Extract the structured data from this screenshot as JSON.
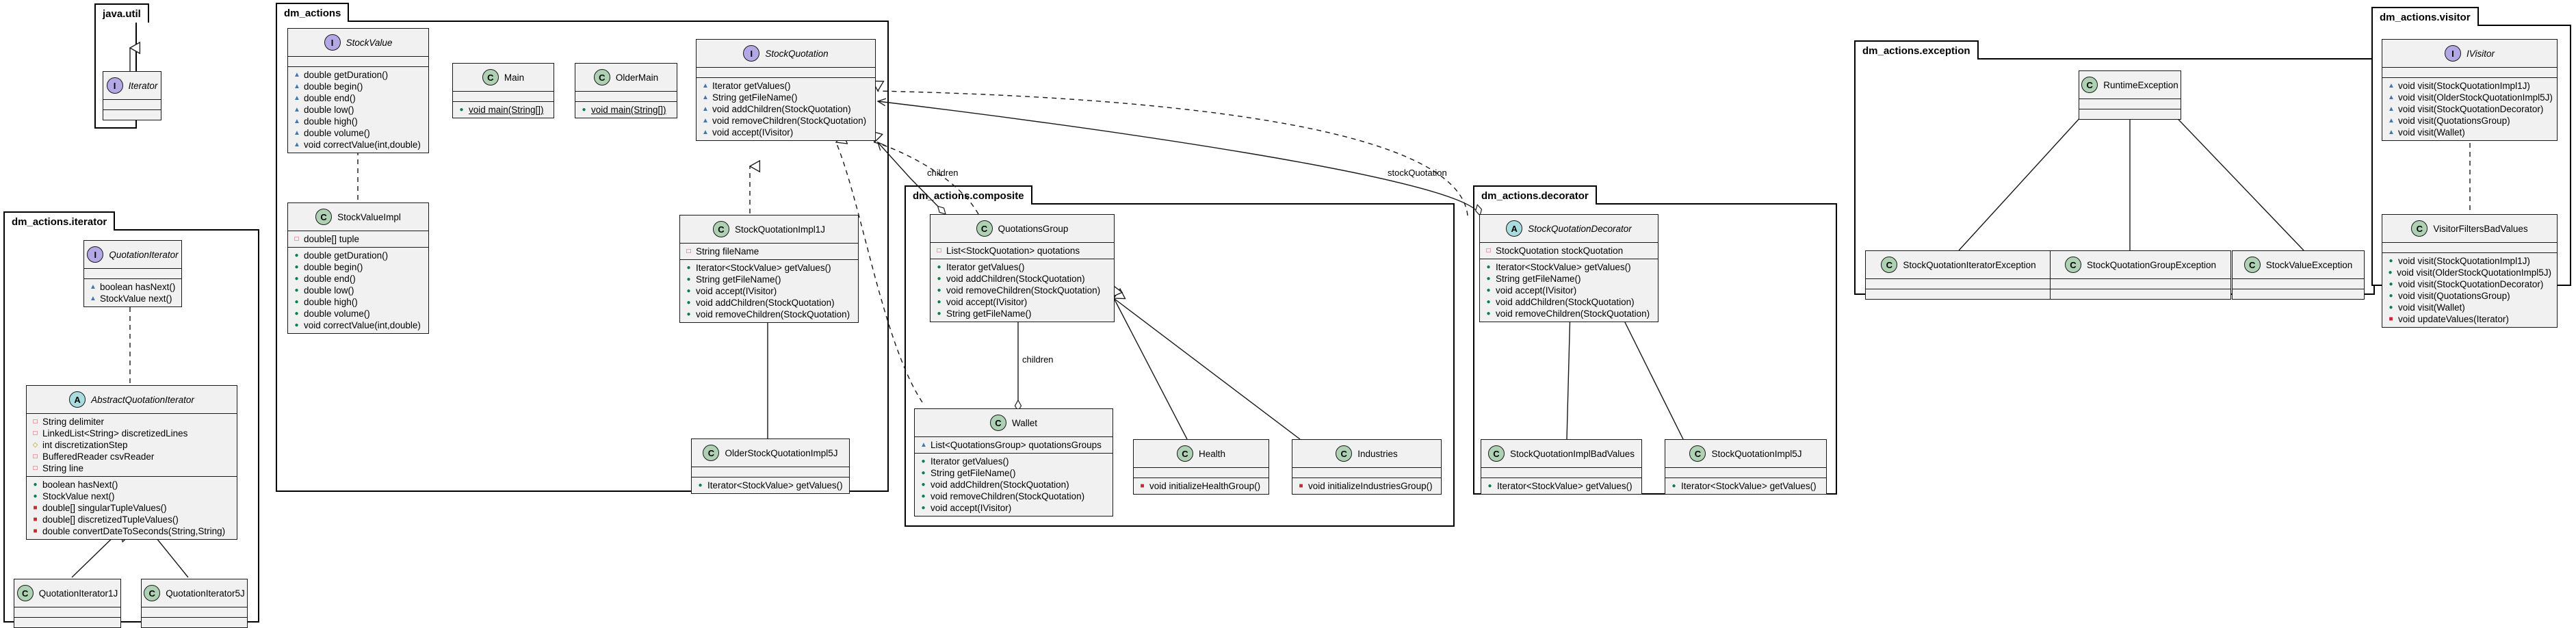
{
  "packages": {
    "java_util": "java.util",
    "dm_actions": "dm_actions",
    "iterator": "dm_actions.iterator",
    "composite": "dm_actions.composite",
    "decorator": "dm_actions.decorator",
    "exception": "dm_actions.exception",
    "visitor": "dm_actions.visitor"
  },
  "labels": {
    "children_top": "children",
    "children_mid": "children",
    "stock_quotation": "stockQuotation"
  },
  "colors": {
    "class_bg": "#f1f1f1",
    "class_badge": "#add1b2",
    "interface_badge": "#b4a7e5",
    "abstract_badge": "#a9dcdf"
  },
  "classes": {
    "iterator_java": {
      "badge": "I",
      "name": "Iterator",
      "fields": [],
      "methods": []
    },
    "quotation_iterator": {
      "badge": "I",
      "name": "QuotationIterator",
      "fields": [],
      "methods": [
        {
          "vis": "pkg",
          "text": "boolean hasNext()"
        },
        {
          "vis": "pkg",
          "text": "StockValue next()"
        }
      ]
    },
    "abstract_quotation_iterator": {
      "badge": "A",
      "name": "AbstractQuotationIterator",
      "fields": [
        {
          "vis": "priv",
          "text": "String delimiter"
        },
        {
          "vis": "priv",
          "text": "LinkedList<String> discretizedLines"
        },
        {
          "vis": "prot",
          "text": "int discretizationStep"
        },
        {
          "vis": "priv",
          "text": "BufferedReader csvReader"
        },
        {
          "vis": "priv",
          "text": "String line"
        }
      ],
      "methods": [
        {
          "vis": "pub",
          "text": "boolean hasNext()"
        },
        {
          "vis": "pub",
          "text": "StockValue next()"
        },
        {
          "vis": "privm",
          "text": "double[] singularTupleValues()"
        },
        {
          "vis": "privm",
          "text": "double[] discretizedTupleValues()"
        },
        {
          "vis": "privm",
          "text": "double convertDateToSeconds(String,String)"
        }
      ]
    },
    "quotation_iterator_1j": {
      "badge": "C",
      "name": "QuotationIterator1J",
      "fields": [],
      "methods": []
    },
    "quotation_iterator_5j": {
      "badge": "C",
      "name": "QuotationIterator5J",
      "fields": [],
      "methods": []
    },
    "stock_value": {
      "badge": "I",
      "name": "StockValue",
      "fields": [],
      "methods": [
        {
          "vis": "pkg",
          "text": "double getDuration()"
        },
        {
          "vis": "pkg",
          "text": "double begin()"
        },
        {
          "vis": "pkg",
          "text": "double end()"
        },
        {
          "vis": "pkg",
          "text": "double low()"
        },
        {
          "vis": "pkg",
          "text": "double high()"
        },
        {
          "vis": "pkg",
          "text": "double volume()"
        },
        {
          "vis": "pkg",
          "text": "void correctValue(int,double)"
        }
      ]
    },
    "stock_value_impl": {
      "badge": "C",
      "name": "StockValueImpl",
      "fields": [
        {
          "vis": "priv",
          "text": "double[] tuple"
        }
      ],
      "methods": [
        {
          "vis": "pub",
          "text": "double getDuration()"
        },
        {
          "vis": "pub",
          "text": "double begin()"
        },
        {
          "vis": "pub",
          "text": "double end()"
        },
        {
          "vis": "pub",
          "text": "double low()"
        },
        {
          "vis": "pub",
          "text": "double high()"
        },
        {
          "vis": "pub",
          "text": "double volume()"
        },
        {
          "vis": "pub",
          "text": "void correctValue(int,double)"
        }
      ]
    },
    "main": {
      "badge": "C",
      "name": "Main",
      "fields": [],
      "methods": [
        {
          "vis": "pub",
          "text": "void main(String[])",
          "static": true
        }
      ]
    },
    "older_main": {
      "badge": "C",
      "name": "OlderMain",
      "fields": [],
      "methods": [
        {
          "vis": "pub",
          "text": "void main(String[])",
          "static": true
        }
      ]
    },
    "stock_quotation": {
      "badge": "I",
      "name": "StockQuotation",
      "fields": [],
      "methods": [
        {
          "vis": "pkg",
          "text": "Iterator getValues()"
        },
        {
          "vis": "pkg",
          "text": "String getFileName()"
        },
        {
          "vis": "pkg",
          "text": "void addChildren(StockQuotation)"
        },
        {
          "vis": "pkg",
          "text": "void removeChildren(StockQuotation)"
        },
        {
          "vis": "pkg",
          "text": "void accept(IVisitor)"
        }
      ]
    },
    "stock_quotation_impl_1j": {
      "badge": "C",
      "name": "StockQuotationImpl1J",
      "fields": [
        {
          "vis": "priv",
          "text": "String fileName"
        }
      ],
      "methods": [
        {
          "vis": "pub",
          "text": "Iterator<StockValue> getValues()"
        },
        {
          "vis": "pub",
          "text": "String getFileName()"
        },
        {
          "vis": "pub",
          "text": "void accept(IVisitor)"
        },
        {
          "vis": "pub",
          "text": "void addChildren(StockQuotation)"
        },
        {
          "vis": "pub",
          "text": "void removeChildren(StockQuotation)"
        }
      ]
    },
    "older_stock_quotation_impl_5j": {
      "badge": "C",
      "name": "OlderStockQuotationImpl5J",
      "fields": [],
      "methods": [
        {
          "vis": "pub",
          "text": "Iterator<StockValue> getValues()"
        }
      ]
    },
    "quotations_group": {
      "badge": "C",
      "name": "QuotationsGroup",
      "fields": [
        {
          "vis": "priv",
          "text": "List<StockQuotation> quotations"
        }
      ],
      "methods": [
        {
          "vis": "pub",
          "text": "Iterator getValues()"
        },
        {
          "vis": "pub",
          "text": "void addChildren(StockQuotation)"
        },
        {
          "vis": "pub",
          "text": "void removeChildren(StockQuotation)"
        },
        {
          "vis": "pub",
          "text": "void accept(IVisitor)"
        },
        {
          "vis": "pub",
          "text": "String getFileName()"
        }
      ]
    },
    "wallet": {
      "badge": "C",
      "name": "Wallet",
      "fields": [
        {
          "vis": "pkg",
          "text": "List<QuotationsGroup> quotationsGroups"
        }
      ],
      "methods": [
        {
          "vis": "pub",
          "text": "Iterator getValues()"
        },
        {
          "vis": "pub",
          "text": "String getFileName()"
        },
        {
          "vis": "pub",
          "text": "void addChildren(StockQuotation)"
        },
        {
          "vis": "pub",
          "text": "void removeChildren(StockQuotation)"
        },
        {
          "vis": "pub",
          "text": "void accept(IVisitor)"
        }
      ]
    },
    "health": {
      "badge": "C",
      "name": "Health",
      "fields": [],
      "methods": [
        {
          "vis": "privm",
          "text": "void initializeHealthGroup()"
        }
      ]
    },
    "industries": {
      "badge": "C",
      "name": "Industries",
      "fields": [],
      "methods": [
        {
          "vis": "privm",
          "text": "void initializeIndustriesGroup()"
        }
      ]
    },
    "stock_quotation_decorator": {
      "badge": "A",
      "name": "StockQuotationDecorator",
      "fields": [
        {
          "vis": "priv",
          "text": "StockQuotation stockQuotation"
        }
      ],
      "methods": [
        {
          "vis": "pub",
          "text": "Iterator<StockValue> getValues()"
        },
        {
          "vis": "pub",
          "text": "String getFileName()"
        },
        {
          "vis": "pub",
          "text": "void accept(IVisitor)"
        },
        {
          "vis": "pub",
          "text": "void addChildren(StockQuotation)"
        },
        {
          "vis": "pub",
          "text": "void removeChildren(StockQuotation)"
        }
      ]
    },
    "stock_quotation_impl_bad_values": {
      "badge": "C",
      "name": "StockQuotationImplBadValues",
      "fields": [],
      "methods": [
        {
          "vis": "pub",
          "text": "Iterator<StockValue> getValues()"
        }
      ]
    },
    "stock_quotation_impl_5j": {
      "badge": "C",
      "name": "StockQuotationImpl5J",
      "fields": [],
      "methods": [
        {
          "vis": "pub",
          "text": "Iterator<StockValue> getValues()"
        }
      ]
    },
    "runtime_exception": {
      "badge": "C",
      "name": "RuntimeException",
      "fields": [],
      "methods": []
    },
    "stock_quotation_iterator_exception": {
      "badge": "C",
      "name": "StockQuotationIteratorException",
      "fields": [],
      "methods": []
    },
    "stock_quotation_group_exception": {
      "badge": "C",
      "name": "StockQuotationGroupException",
      "fields": [],
      "methods": []
    },
    "stock_value_exception": {
      "badge": "C",
      "name": "StockValueException",
      "fields": [],
      "methods": []
    },
    "ivisitor": {
      "badge": "I",
      "name": "IVisitor",
      "fields": [],
      "methods": [
        {
          "vis": "pkg",
          "text": "void visit(StockQuotationImpl1J)"
        },
        {
          "vis": "pkg",
          "text": "void visit(OlderStockQuotationImpl5J)"
        },
        {
          "vis": "pkg",
          "text": "void visit(StockQuotationDecorator)"
        },
        {
          "vis": "pkg",
          "text": "void visit(QuotationsGroup)"
        },
        {
          "vis": "pkg",
          "text": "void visit(Wallet)"
        }
      ]
    },
    "visitor_filters_bad_values": {
      "badge": "C",
      "name": "VisitorFiltersBadValues",
      "fields": [],
      "methods": [
        {
          "vis": "pub",
          "text": "void visit(StockQuotationImpl1J)"
        },
        {
          "vis": "pub",
          "text": "void visit(OlderStockQuotationImpl5J)"
        },
        {
          "vis": "pub",
          "text": "void visit(StockQuotationDecorator)"
        },
        {
          "vis": "pub",
          "text": "void visit(QuotationsGroup)"
        },
        {
          "vis": "pub",
          "text": "void visit(Wallet)"
        },
        {
          "vis": "privm",
          "text": "void updateValues(Iterator)"
        }
      ]
    }
  }
}
